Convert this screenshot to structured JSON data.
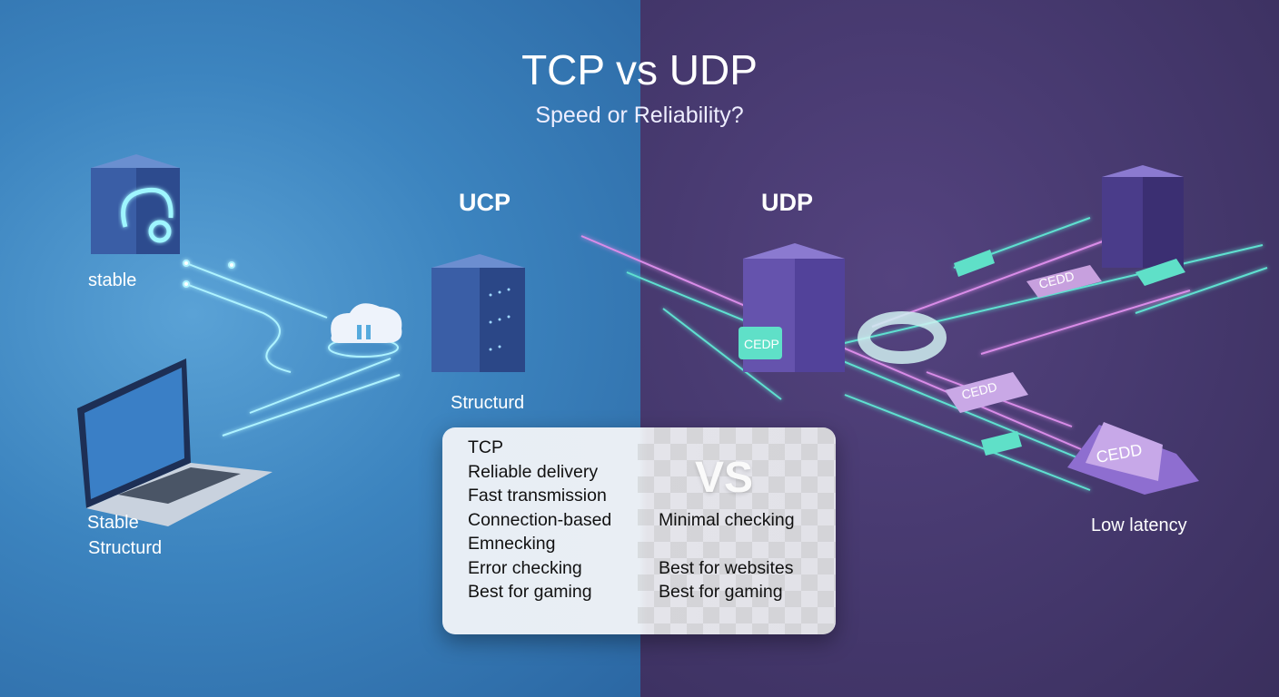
{
  "header": {
    "title": "TCP vs UDP",
    "subtitle": "Speed or Reliability?"
  },
  "sections": {
    "left_heading": "UCP",
    "right_heading": "UDP"
  },
  "labels": {
    "stable": "stable",
    "stable_structurd_1": "Stable",
    "stable_structurd_2": "Structurd",
    "structurd": "Structurd",
    "low_latency": "Low latency"
  },
  "packets": [
    "CEDP",
    "CEDD",
    "CEDD",
    "CEDD"
  ],
  "card": {
    "vs": "VS",
    "left": [
      "TCP",
      "Reliable delivery",
      "Fast transmission",
      "Connection-based",
      "Emnecking",
      "Error checking",
      "Best for gaming"
    ],
    "right": [
      "",
      "",
      "",
      "Minimal checking",
      "",
      "Best for websites",
      "Best for gaming"
    ]
  },
  "colors": {
    "tcp_bg": "#3c84bf",
    "udp_bg": "#45386d",
    "accent_cyan": "#5fe0d0",
    "accent_pink": "#d98ce8"
  }
}
